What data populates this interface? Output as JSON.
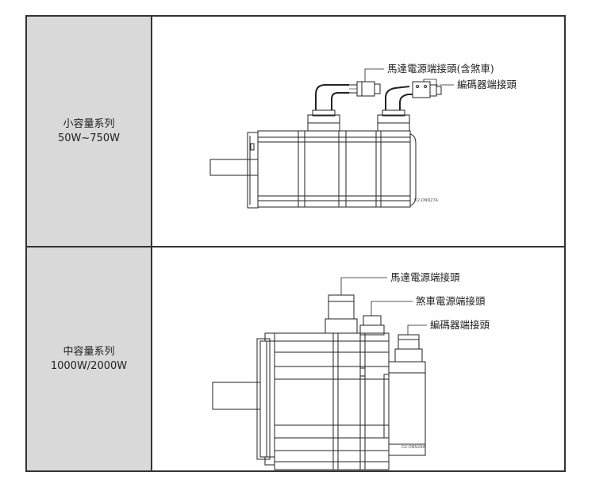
{
  "rows": [
    {
      "series": "小容量系列",
      "range": "50W~750W",
      "callouts": [
        "馬達電源端接頭(含煞車)",
        "編碼器端接頭"
      ],
      "drawing_code": "D2-DNN27A"
    },
    {
      "series": "中容量系列",
      "range": "1000W/2000W",
      "callouts": [
        "馬達電源端接頭",
        "煞車電源端接頭",
        "編碼器端接頭"
      ],
      "drawing_code": "D2-DNN28A"
    }
  ]
}
